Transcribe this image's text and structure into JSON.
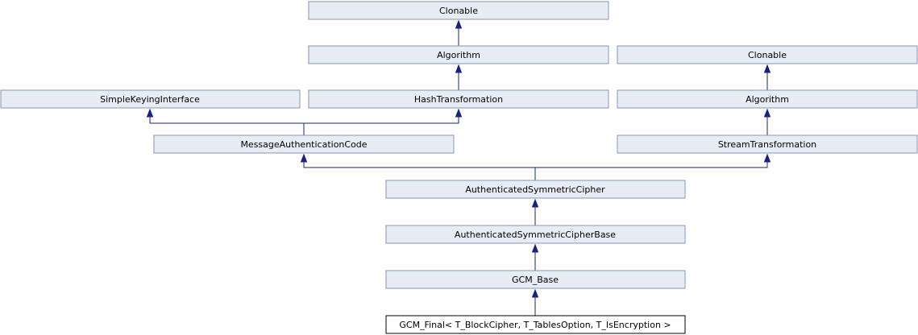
{
  "diagram": {
    "nodes": {
      "clonable_1": "Clonable",
      "algorithm_1": "Algorithm",
      "clonable_2": "Clonable",
      "simple_keying_interface": "SimpleKeyingInterface",
      "hash_transformation": "HashTransformation",
      "algorithm_2": "Algorithm",
      "message_authentication_code": "MessageAuthenticationCode",
      "stream_transformation": "StreamTransformation",
      "authenticated_symmetric_cipher": "AuthenticatedSymmetricCipher",
      "authenticated_symmetric_cipher_base": "AuthenticatedSymmetricCipherBase",
      "gcm_base": "GCM_Base",
      "gcm_final": "GCM_Final< T_BlockCipher, T_TablesOption, T_IsEncryption >"
    },
    "colors": {
      "node_fill": "#e8ecf5",
      "node_border": "#8894b4",
      "current_node_fill": "#ffffff",
      "current_node_border": "#000000",
      "edge": "#1a237e"
    }
  }
}
